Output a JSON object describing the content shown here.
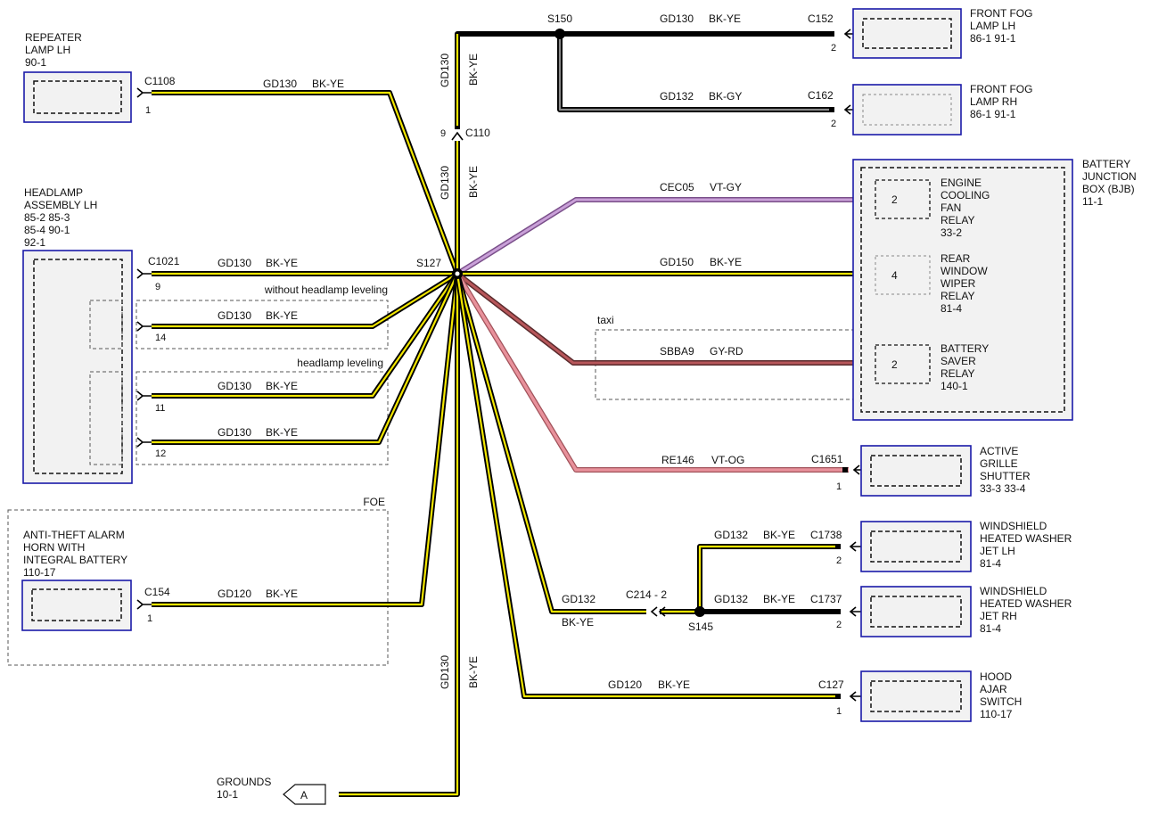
{
  "colors": {
    "bk_ye": "#f2e600",
    "bk_gy": "#8a8a8a",
    "vt_gy": "#c9a0d8",
    "vt_og": "#e8919b",
    "gy_rd": "#b7565a",
    "rd_fill": "#d9838b",
    "box_border": "#1a1aa8"
  },
  "labels": {
    "optional_without_leveling": "without headlamp leveling",
    "optional_leveling": "headlamp leveling",
    "optional_taxi": "taxi",
    "optional_foe": "FOE"
  },
  "splices": {
    "s127": "S127",
    "s150": "S150",
    "s145": "S145"
  },
  "components": {
    "repeater_lamp_lh": {
      "line1": "REPEATER",
      "line2": "LAMP LH",
      "ref": "90-1"
    },
    "headlamp_assembly_lh": {
      "line1": "HEADLAMP",
      "line2": "ASSEMBLY LH",
      "ref1": "85-2   85-3",
      "ref2": "85-4   90-1",
      "ref3": "92-1"
    },
    "anti_theft_horn": {
      "line1": "ANTI-THEFT ALARM",
      "line2": "HORN WITH",
      "line3": "INTEGRAL BATTERY",
      "ref": "110-17"
    },
    "grounds": {
      "line1": "GROUNDS",
      "ref": "10-1",
      "tag": "A"
    },
    "front_fog_lh": {
      "line1": "FRONT FOG",
      "line2": "LAMP LH",
      "ref": "86-1   91-1"
    },
    "front_fog_rh": {
      "line1": "FRONT FOG",
      "line2": "LAMP RH",
      "ref": "86-1   91-1"
    },
    "bjb": {
      "line1": "BATTERY",
      "line2": "JUNCTION",
      "line3": "BOX (BJB)",
      "ref": "11-1"
    },
    "engine_cooling_fan_relay": {
      "pin": "2",
      "line1": "ENGINE",
      "line2": "COOLING",
      "line3": "FAN",
      "line4": "RELAY",
      "ref": "33-2"
    },
    "rear_window_wiper_relay": {
      "pin": "4",
      "line1": "REAR",
      "line2": "WINDOW",
      "line3": "WIPER",
      "line4": "RELAY",
      "ref": "81-4"
    },
    "battery_saver_relay": {
      "pin": "2",
      "line1": "BATTERY",
      "line2": "SAVER",
      "line3": "RELAY",
      "ref": "140-1"
    },
    "active_grille_shutter": {
      "line1": "ACTIVE",
      "line2": "GRILLE",
      "line3": "SHUTTER",
      "ref": "33-3   33-4"
    },
    "washer_jet_lh": {
      "line1": "WINDSHIELD",
      "line2": "HEATED WASHER",
      "line3": "JET LH",
      "ref": "81-4"
    },
    "washer_jet_rh": {
      "line1": "WINDSHIELD",
      "line2": "HEATED WASHER",
      "line3": "JET RH",
      "ref": "81-4"
    },
    "hood_ajar_switch": {
      "line1": "HOOD",
      "line2": "AJAR",
      "line3": "SWITCH",
      "ref": "110-17"
    }
  },
  "connectors": {
    "c1108": {
      "name": "C1108",
      "pin": "1"
    },
    "c1021_9": {
      "name": "C1021",
      "pin": "9"
    },
    "c1021_14": {
      "pin": "14"
    },
    "c1021_11": {
      "pin": "11"
    },
    "c1021_12": {
      "pin": "12"
    },
    "c154": {
      "name": "C154",
      "pin": "1"
    },
    "c110": {
      "name": "C110",
      "pin": "9"
    },
    "c152": {
      "name": "C152",
      "pin": "2"
    },
    "c162": {
      "name": "C162",
      "pin": "2"
    },
    "c1651": {
      "name": "C1651",
      "pin": "1"
    },
    "c1738": {
      "name": "C1738",
      "pin": "2"
    },
    "c1737": {
      "name": "C1737",
      "pin": "2"
    },
    "c127": {
      "name": "C127",
      "pin": "1"
    },
    "c214": {
      "name": "C214 - 2"
    }
  },
  "wires": {
    "repeater": {
      "circuit": "GD130",
      "color": "BK-YE"
    },
    "headlamp_9": {
      "circuit": "GD130",
      "color": "BK-YE"
    },
    "headlamp_14": {
      "circuit": "GD130",
      "color": "BK-YE"
    },
    "headlamp_11": {
      "circuit": "GD130",
      "color": "BK-YE"
    },
    "headlamp_12": {
      "circuit": "GD130",
      "color": "BK-YE"
    },
    "horn": {
      "circuit": "GD120",
      "color": "BK-YE"
    },
    "vertical_upper": {
      "circuit": "GD130",
      "color": "BK-YE"
    },
    "vertical_mid": {
      "circuit": "GD130",
      "color": "BK-YE"
    },
    "vertical_lower": {
      "circuit": "GD130",
      "color": "BK-YE"
    },
    "fog_lh": {
      "circuit": "GD130",
      "color": "BK-YE"
    },
    "fog_rh": {
      "circuit": "GD132",
      "color": "BK-GY"
    },
    "cooling_fan": {
      "circuit": "CEC05",
      "color": "VT-GY"
    },
    "rear_wiper": {
      "circuit": "GD150",
      "color": "BK-YE"
    },
    "battery_saver": {
      "circuit": "SBBA9",
      "color": "GY-RD"
    },
    "grille": {
      "circuit": "RE146",
      "color": "VT-OG"
    },
    "washer_lh": {
      "circuit": "GD132",
      "color": "BK-YE"
    },
    "washer_rh": {
      "circuit": "GD132",
      "color": "BK-YE"
    },
    "s145_feed": {
      "circuit": "GD132",
      "color": "BK-YE"
    },
    "hood": {
      "circuit": "GD120",
      "color": "BK-YE"
    }
  }
}
